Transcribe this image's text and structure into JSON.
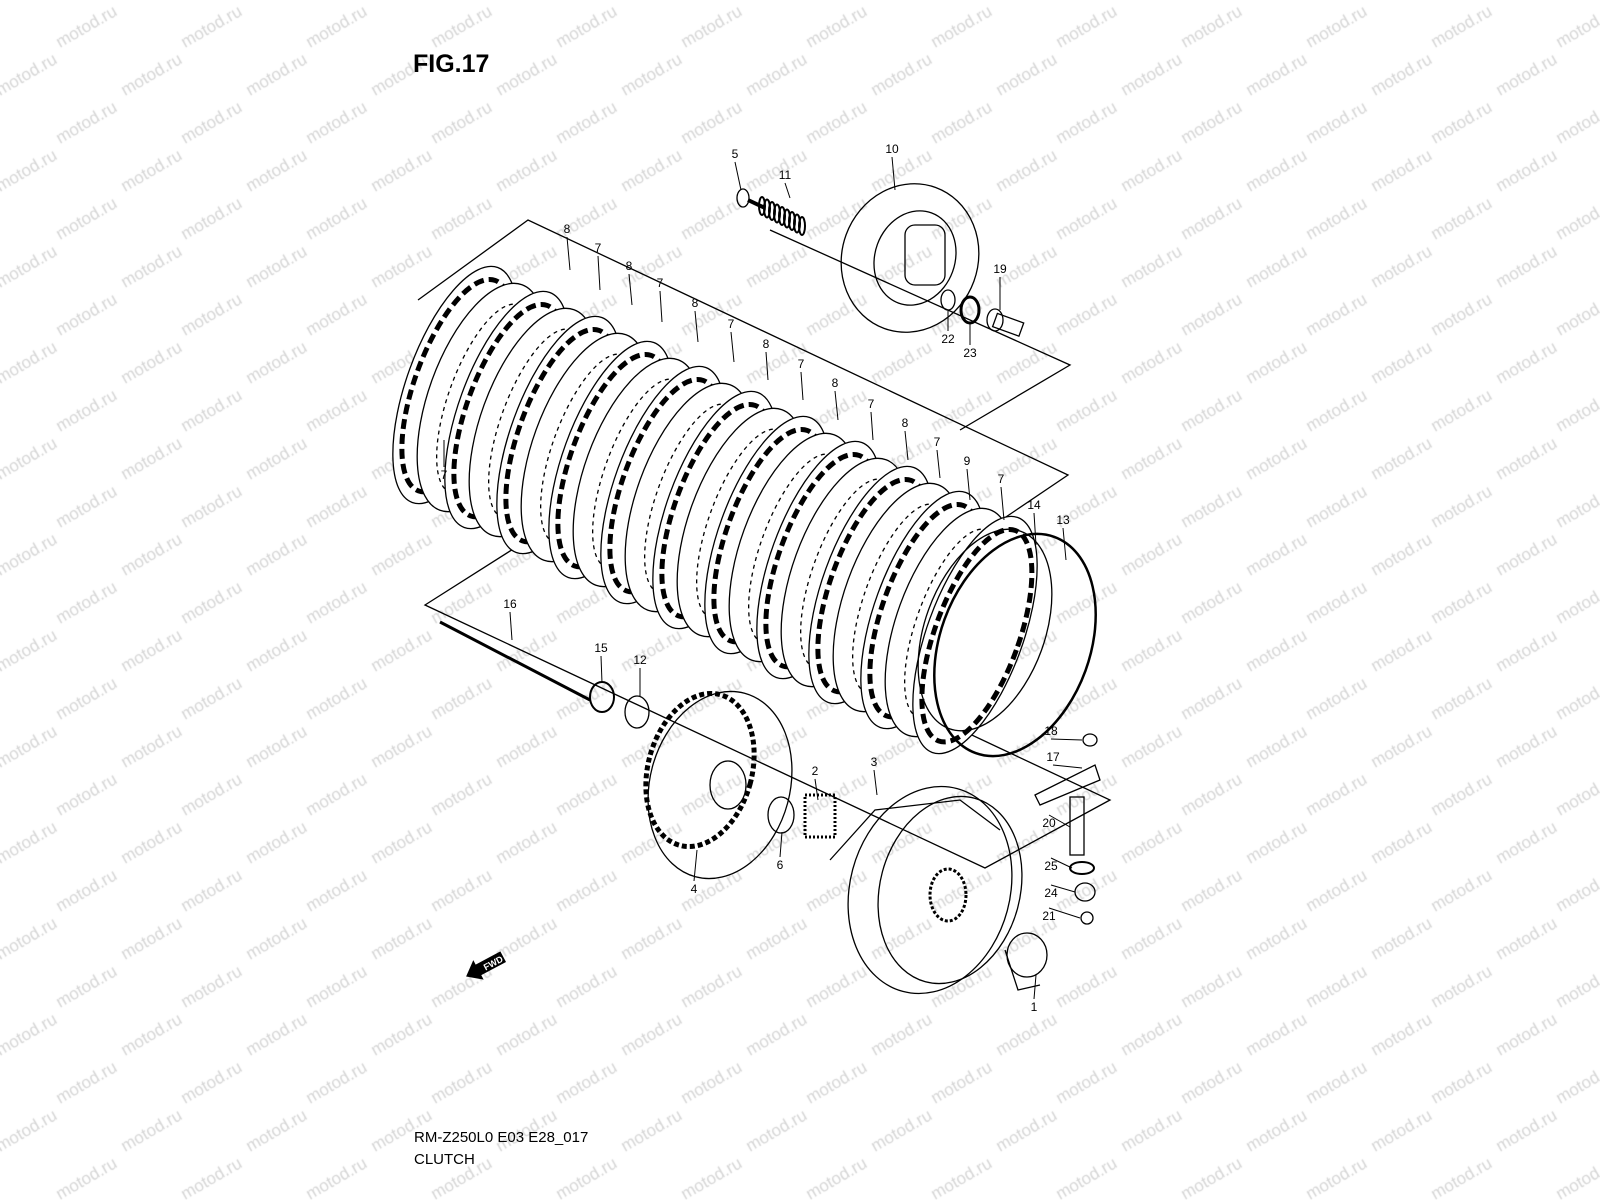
{
  "figure": {
    "title": "FIG.17",
    "model_code": "RM-Z250L0 E03 E28_017",
    "name": "CLUTCH"
  },
  "watermark": "motod.ru",
  "fwd_label": "FWD",
  "callouts": [
    "5",
    "11",
    "10",
    "19",
    "22",
    "23",
    "8",
    "7",
    "8",
    "7",
    "8",
    "7",
    "8",
    "7",
    "8",
    "7",
    "8",
    "7",
    "9",
    "7",
    "14",
    "13",
    "7",
    "16",
    "15",
    "12",
    "2",
    "3",
    "4",
    "6",
    "18",
    "17",
    "20",
    "25",
    "24",
    "21",
    "1"
  ]
}
